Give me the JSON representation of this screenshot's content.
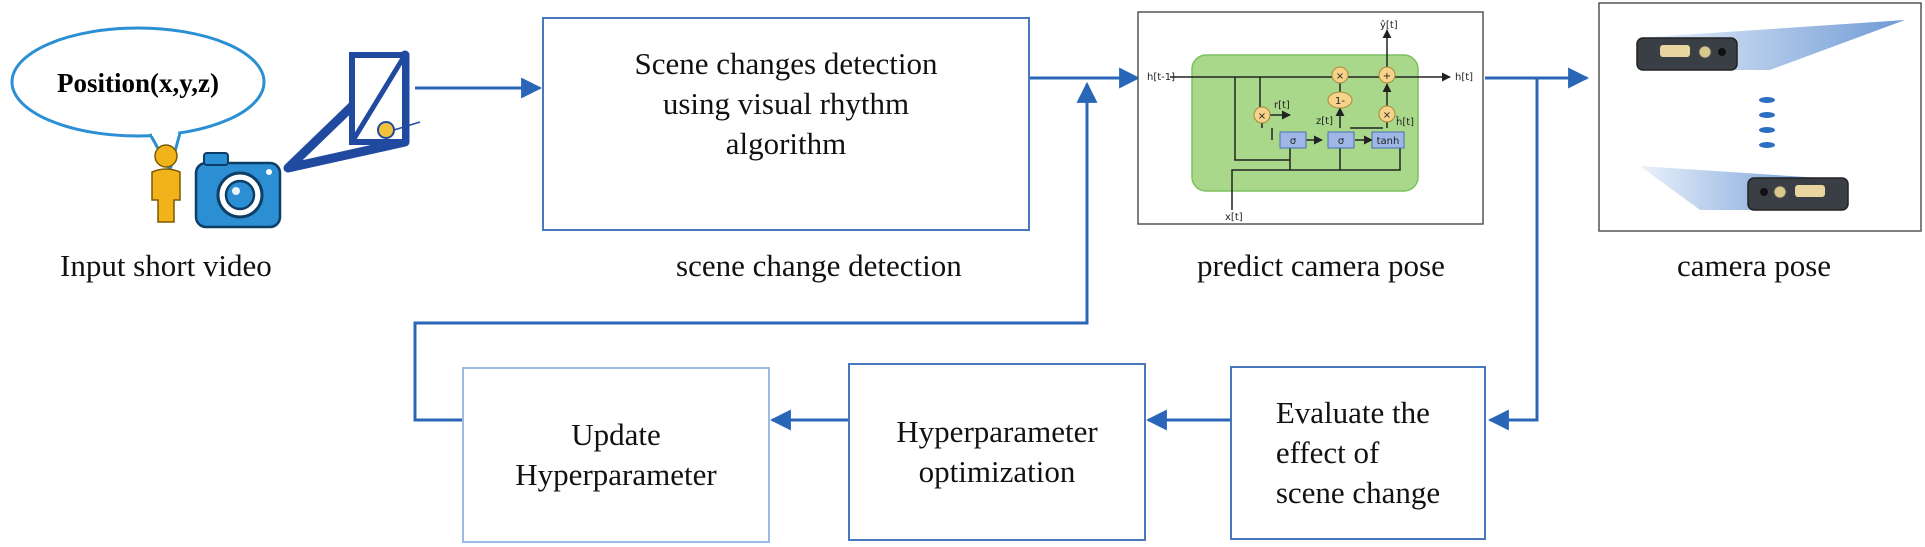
{
  "input": {
    "speech_bubble": "Position(x,y,z)",
    "caption": "Input short video"
  },
  "scene_detection": {
    "box_text": "Scene changes detection\nusing visual rhythm\nalgorithm",
    "caption": "scene change detection"
  },
  "predict": {
    "caption": "predict camera pose",
    "gru_labels": {
      "h_prev": "h[t-1]",
      "h_out": "h[t]",
      "y_out": "ŷ[t]",
      "x_in": "x[t]",
      "r": "r[t]",
      "z": "z[t]",
      "h_cand": "ĥ[t]",
      "sigma1": "σ",
      "sigma2": "σ",
      "tanh": "tanh",
      "one_minus": "1-",
      "times": "×",
      "plus": "+"
    }
  },
  "camera_pose": {
    "caption": "camera pose"
  },
  "loop": {
    "evaluate": "Evaluate the\neffect of\nscene change",
    "hyperopt": "Hyperparameter\noptimization",
    "update": "Update\nHyperparameter"
  },
  "colors": {
    "arrow": "#2a66b8",
    "box_border": "#4a78c0",
    "update_border": "#9dbbe2",
    "gru_green": "#a9d88b",
    "gru_node": "#f6d28a",
    "gate_box": "#9fb7e6",
    "person": "#f2b21a",
    "camera": "#2c8fd4"
  },
  "icons": [
    "person-icon",
    "camera-icon",
    "frustum-icon",
    "camera-device-icon"
  ]
}
